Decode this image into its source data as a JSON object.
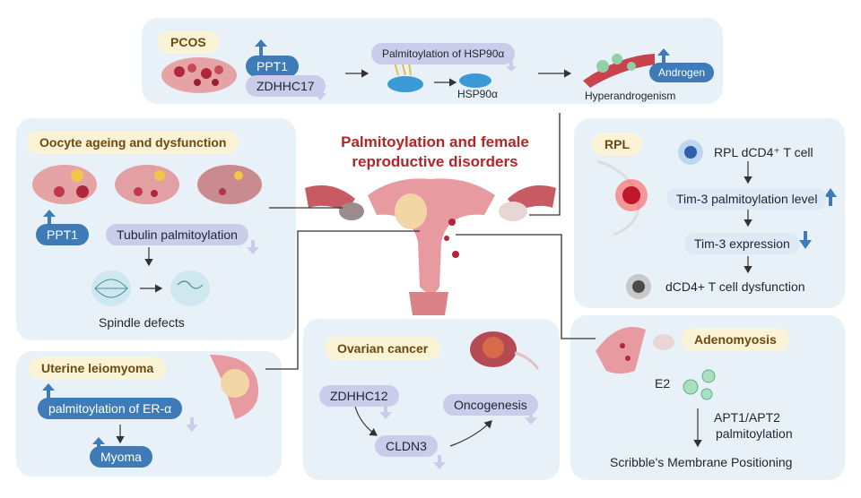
{
  "title": {
    "line1": "Palmitoylation and female",
    "line2": "reproductive disorders"
  },
  "pcos": {
    "heading": "PCOS",
    "ppt1": "PPT1",
    "zdhhc17": "ZDHHC17",
    "palmitoylation_hsp90a": "Palmitoylation of HSP90α",
    "hsp90a": "HSP90α",
    "androgen": "Androgen",
    "hyperandrogenism": "Hyperandrogenism"
  },
  "oocyte": {
    "heading": "Oocyte ageing and dysfunction",
    "ppt1": "PPT1",
    "tubulin": "Tubulin palmitoylation",
    "spindle": "Spindle defects"
  },
  "rpl": {
    "heading": "RPL",
    "cell": "RPL dCD4⁺ T cell",
    "tim3_palm": "Tim-3 palmitoylation level",
    "tim3_expr": "Tim-3 expression",
    "dysfunction": "dCD4+ T cell dysfunction"
  },
  "leiomyoma": {
    "heading": "Uterine leiomyoma",
    "er_alpha": "palmitoylation of ER-α",
    "myoma": "Myoma"
  },
  "ovarian": {
    "heading": "Ovarian cancer",
    "zdhhc12": "ZDHHC12",
    "cldn3": "CLDN3",
    "oncogenesis": "Oncogenesis"
  },
  "adenomyosis": {
    "heading": "Adenomyosis",
    "e2": "E2",
    "apt_line1": "APT1/APT2",
    "apt_line2": "palmitoylation",
    "scribble": "Scribble's Membrane Positioning"
  },
  "colors": {
    "panel": "#e9f1f8",
    "heading_pill": "#fbf3d6",
    "dark_pill": "#3f7bb6",
    "light_pill": "#c9cdea",
    "title_red": "#b0262b",
    "up_arrow": "#3f7bb6",
    "down_arrow": "#c9cdea"
  },
  "icons": [
    "ovary-icon",
    "uterus-illustration",
    "protein-icon",
    "muscle-fiber-icon",
    "t-cell-icon",
    "embryo-icon",
    "spindle-icon",
    "tumor-icon",
    "hormone-molecule-icon",
    "up-arrow-icon",
    "down-arrow-icon"
  ]
}
